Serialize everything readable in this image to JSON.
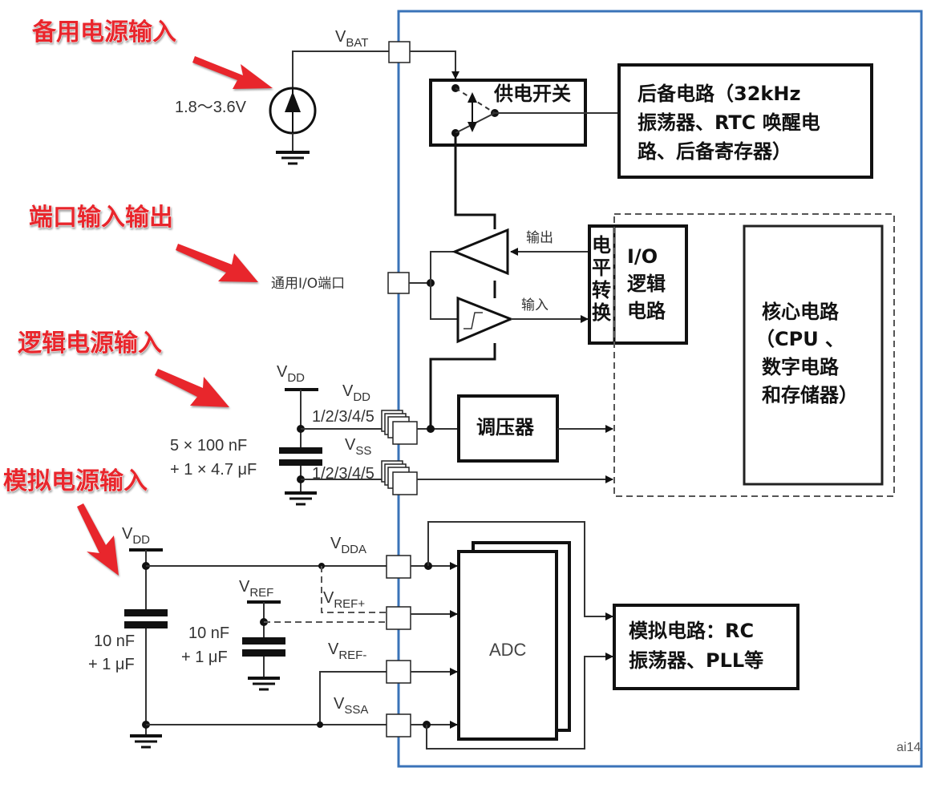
{
  "callouts": {
    "backup_power": "备用电源输入",
    "port_io": "端口输入输出",
    "logic_power": "逻辑电源输入",
    "analog_power": "模拟电源输入"
  },
  "pins": {
    "vbat": {
      "main": "V",
      "sub": "BAT"
    },
    "gpio": "通用I/O端口",
    "vdd_top": {
      "main": "V",
      "sub": "DD"
    },
    "vdd_pin": {
      "main": "V",
      "sub": "DD"
    },
    "vdd_pin_num": "1/2/3/4/5",
    "vss_pin": {
      "main": "V",
      "sub": "SS"
    },
    "vss_pin_num": "1/2/3/4/5",
    "vdd_analog": {
      "main": "V",
      "sub": "DD"
    },
    "vref": {
      "main": "V",
      "sub": "REF"
    },
    "vdda": {
      "main": "V",
      "sub": "DDA"
    },
    "vref_plus": {
      "main": "V",
      "sub": "REF+"
    },
    "vref_minus": {
      "main": "V",
      "sub": "REF-"
    },
    "vssa": {
      "main": "V",
      "sub": "SSA"
    }
  },
  "components": {
    "battery_range": "1.8～3.6V",
    "logic_caps": [
      "5 × 100 nF",
      "+ 1 × 4.7 μF"
    ],
    "analog_caps": [
      "10 nF",
      "+ 1 μF"
    ],
    "vref_caps": [
      "10 nF",
      "+ 1 μF"
    ]
  },
  "blocks": {
    "power_switch": "供电开关",
    "backup_circuit": [
      "后备电路（32kHz",
      "振荡器、RTC 唤醒电",
      "路、后备寄存器）"
    ],
    "level_shift": [
      "电",
      "平",
      "转",
      "换"
    ],
    "io_logic": [
      "I/O",
      "逻辑",
      "电路"
    ],
    "core": [
      "核心电路",
      "（CPU 、",
      "数字电路",
      "和存储器）"
    ],
    "regulator": "调压器",
    "adc": "ADC",
    "analog": [
      "模拟电路：RC",
      "振荡器、PLL等"
    ]
  },
  "signals": {
    "output": "输出",
    "input": "输入"
  },
  "footer_id": "ai14",
  "colors": {
    "chip_border": "#3a73b8",
    "callout": "#e8262c"
  }
}
